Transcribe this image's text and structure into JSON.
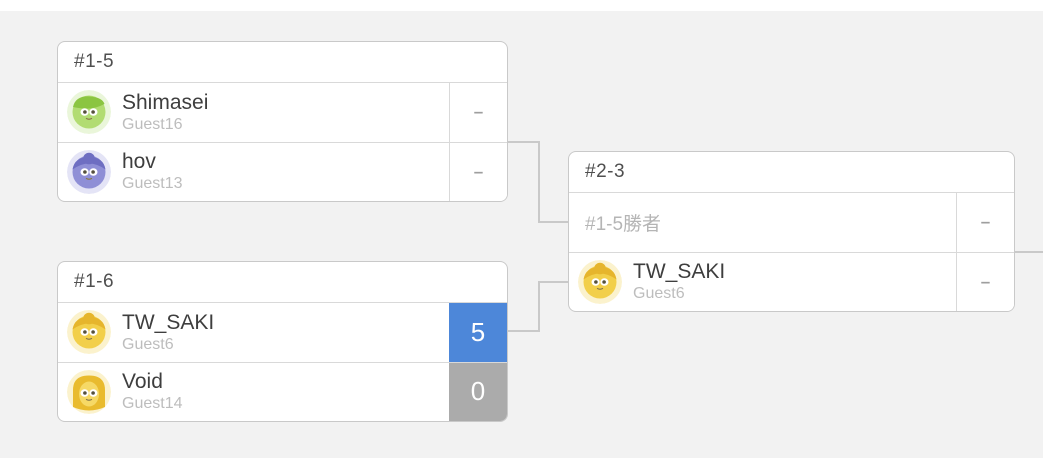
{
  "page": {
    "background": "#f2f2f2",
    "frame": "#ffffff"
  },
  "colors": {
    "win_score_bg": "#4d87d9",
    "loss_score_bg": "#ababab",
    "connector_line": "#c9c9c9",
    "pending_dash": "#9e9e9e"
  },
  "matches": [
    {
      "id": "match-1-5",
      "title": "#1-5",
      "slots": [
        {
          "name": "Shimasei",
          "sub": "Guest16",
          "score": "–",
          "score_state": "pending",
          "avatar": {
            "style": "bowl",
            "halo": "#eaf6da",
            "face": "#b2dc72",
            "hair": "#8bc541"
          }
        },
        {
          "name": "hov",
          "sub": "Guest13",
          "score": "–",
          "score_state": "pending",
          "avatar": {
            "style": "bun",
            "halo": "#e4e4f6",
            "face": "#8f8fd6",
            "hair": "#6e6ec2"
          }
        }
      ]
    },
    {
      "id": "match-1-6",
      "title": "#1-6",
      "slots": [
        {
          "name": "TW_SAKI",
          "sub": "Guest6",
          "score": "5",
          "score_state": "win",
          "avatar": {
            "style": "bun",
            "halo": "#fbf2cd",
            "face": "#f2cf4a",
            "hair": "#e6b52c"
          }
        },
        {
          "name": "Void",
          "sub": "Guest14",
          "score": "0",
          "score_state": "loss",
          "avatar": {
            "style": "long",
            "halo": "#fbf2cd",
            "face": "#f6d966",
            "hair": "#e9bb2e"
          }
        }
      ]
    },
    {
      "id": "match-2-3",
      "title": "#2-3",
      "slots": [
        {
          "name": "#1-5勝者",
          "placeholder": "true",
          "score": "–",
          "score_state": "pending"
        },
        {
          "name": "TW_SAKI",
          "sub": "Guest6",
          "score": "–",
          "score_state": "pending",
          "avatar": {
            "style": "bun",
            "halo": "#fbf2cd",
            "face": "#f2cf4a",
            "hair": "#e6b52c"
          }
        }
      ]
    }
  ]
}
